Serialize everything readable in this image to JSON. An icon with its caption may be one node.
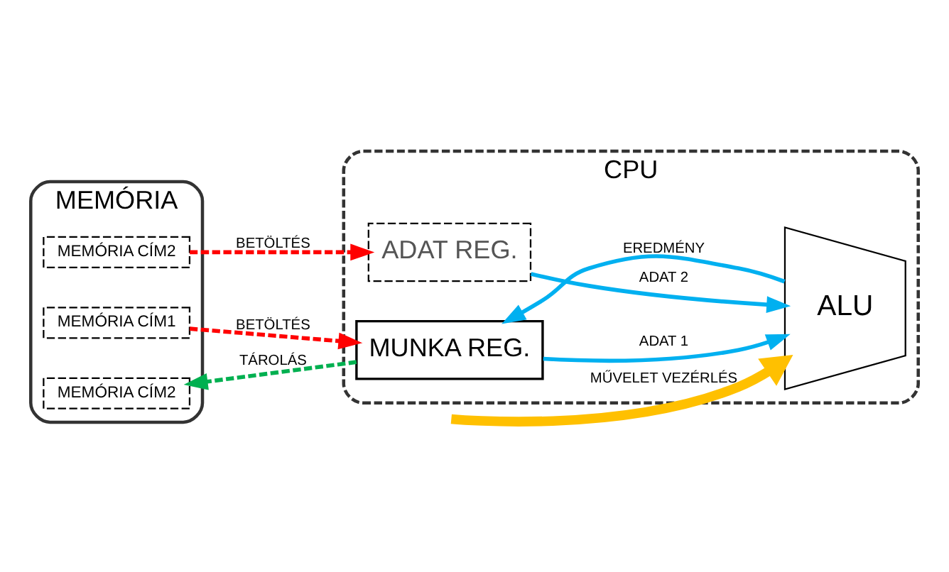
{
  "diagram": {
    "nodes": [
      {
        "text": [
          "MEMÓRIA"
        ]
      },
      {
        "text": [
          "MEMÓRIA CÍM1"
        ],
        "in": 0
      },
      {
        "text": [
          "MEMÓRIA CÍM2"
        ],
        "in": 0
      },
      {
        "text": [
          "MEMÓRIA CÍM2"
        ],
        "in": 0
      },
      {
        "text": [
          "CPU"
        ]
      },
      {
        "text": [
          "MUNKA REG."
        ],
        "in": 4
      },
      {
        "text": [
          "ADAT REG."
        ],
        "in": 4
      },
      {
        "text": [
          "ALU"
        ],
        "in": 4
      }
    ],
    "edges": [
      {
        "from": 1,
        "to": 5,
        "arrow": "to",
        "label": "BETÖLTÉS",
        "style": "dashed",
        "color": "#ff0000"
      },
      {
        "from": 2,
        "to": 6,
        "arrow": "to",
        "label": "BETÖLTÉS",
        "style": "dashed",
        "color": "#ff0000"
      },
      {
        "from": 5,
        "to": 3,
        "arrow": "to",
        "label": "TÁROLÁS",
        "style": "dashed",
        "color": "#00b050"
      },
      {
        "from": 5,
        "to": 7,
        "arrow": "to",
        "label": "ADAT 1"
      },
      {
        "from": 6,
        "to": 7,
        "arrow": "to",
        "label": "ADAT 2"
      },
      {
        "from": 7,
        "to": 5,
        "arrow": "to",
        "label": "EREDMÉNY"
      },
      {
        "from": null,
        "to": 7,
        "arrow": "to",
        "label": "MŰVELET VEZÉRLÉS",
        "style": "thick",
        "color": "#ffc000"
      }
    ]
  }
}
